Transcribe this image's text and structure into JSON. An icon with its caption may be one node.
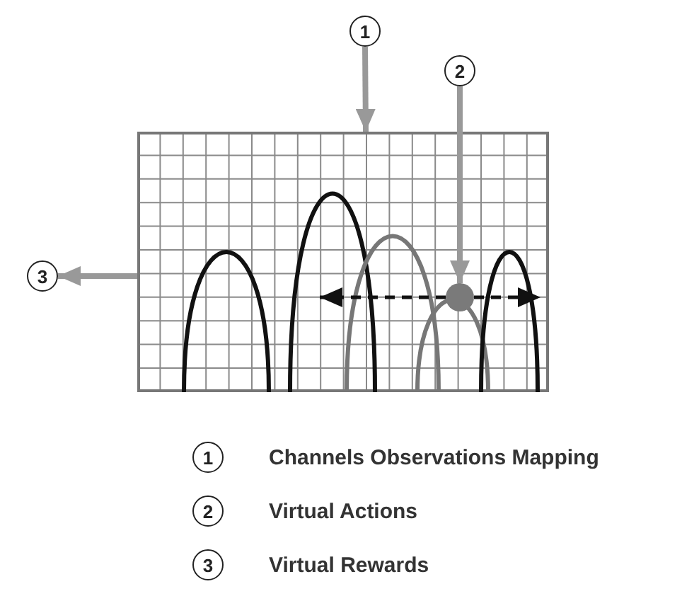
{
  "diagram": {
    "nodes": [
      {
        "text": [
          "1"
        ]
      },
      {
        "text": [
          "2"
        ]
      },
      {
        "text": [
          "3"
        ]
      },
      {
        "text": [],
        "shape": "picture"
      },
      {
        "text": [],
        "shape": "circle",
        "in": 3
      }
    ],
    "edges": [
      {
        "from": 0,
        "to": 3,
        "arrow": "to"
      },
      {
        "from": 1,
        "to": 4,
        "arrow": "to"
      },
      {
        "from": 3,
        "to": 2,
        "arrow": "to"
      },
      {
        "from": 4,
        "to": null,
        "arrow": "to",
        "style": "dashed",
        "color": "#111111"
      },
      {
        "from": 4,
        "to": null,
        "arrow": "to",
        "style": "dashed",
        "color": "#111111"
      }
    ],
    "labels": [
      "1",
      "Channels Observations Mapping",
      "2",
      "Virtual Actions",
      "3",
      "Virtual Rewards"
    ]
  }
}
